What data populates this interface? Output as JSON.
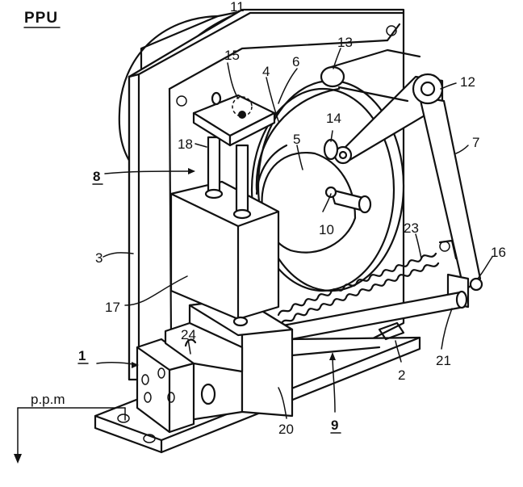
{
  "title": "PPU",
  "signal_label": "p.p.m",
  "part_labels": {
    "l1": "1",
    "l2": "2",
    "l3": "3",
    "l4": "4",
    "l5": "5",
    "l6": "6",
    "l7": "7",
    "l8": "8",
    "l9": "9",
    "l10": "10",
    "l11": "11",
    "l12": "12",
    "l13": "13",
    "l14": "14",
    "l15": "15",
    "l16": "16",
    "l17": "17",
    "l18": "18",
    "l20": "20",
    "l21": "21",
    "l23": "23",
    "l24": "24"
  }
}
